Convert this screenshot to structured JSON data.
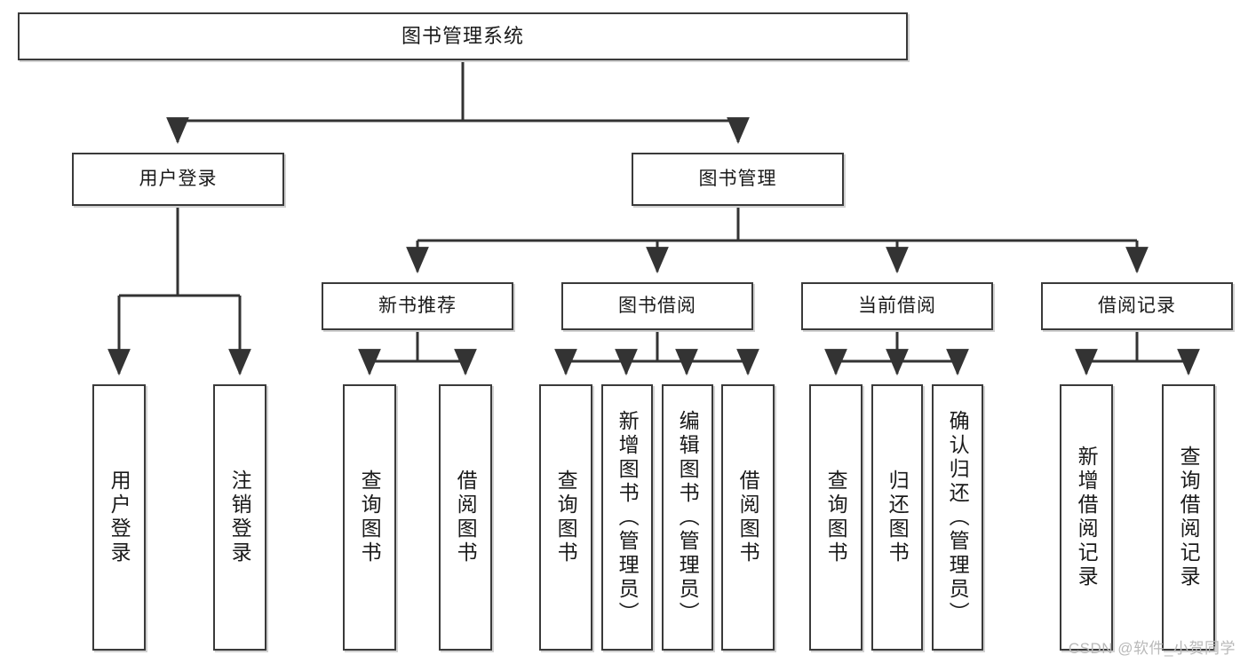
{
  "diagram": {
    "type": "tree",
    "title": "图书管理系统",
    "orientation": "top-down",
    "colors": {
      "background": "#ffffff",
      "box_fill": "#ffffff",
      "box_border": "#3a3a3a",
      "connector": "#333333",
      "text": "#1a1a1a",
      "shadow": "#d2d2d2",
      "watermark": "#b9b9b9"
    },
    "root": {
      "label": "图书管理系统"
    },
    "level1": [
      {
        "label": "用户登录"
      },
      {
        "label": "图书管理"
      }
    ],
    "level2": [
      {
        "label": "新书推荐"
      },
      {
        "label": "图书借阅"
      },
      {
        "label": "当前借阅"
      },
      {
        "label": "借阅记录"
      }
    ],
    "leaves": {
      "user_login": [
        {
          "label": "用户登录"
        },
        {
          "label": "注销登录"
        }
      ],
      "new_book_recommend": [
        {
          "label": "查询图书"
        },
        {
          "label": "借阅图书"
        }
      ],
      "book_borrow": [
        {
          "label": "查询图书"
        },
        {
          "label": "新增图书（管理员）"
        },
        {
          "label": "编辑图书（管理员）"
        },
        {
          "label": "借阅图书"
        }
      ],
      "current_borrow": [
        {
          "label": "查询图书"
        },
        {
          "label": "归还图书"
        },
        {
          "label": "确认归还（管理员）"
        }
      ],
      "borrow_record": [
        {
          "label": "新增借阅记录"
        },
        {
          "label": "查询借阅记录"
        }
      ]
    }
  },
  "watermark": {
    "text": "CSDN @软件_小贺同学"
  }
}
